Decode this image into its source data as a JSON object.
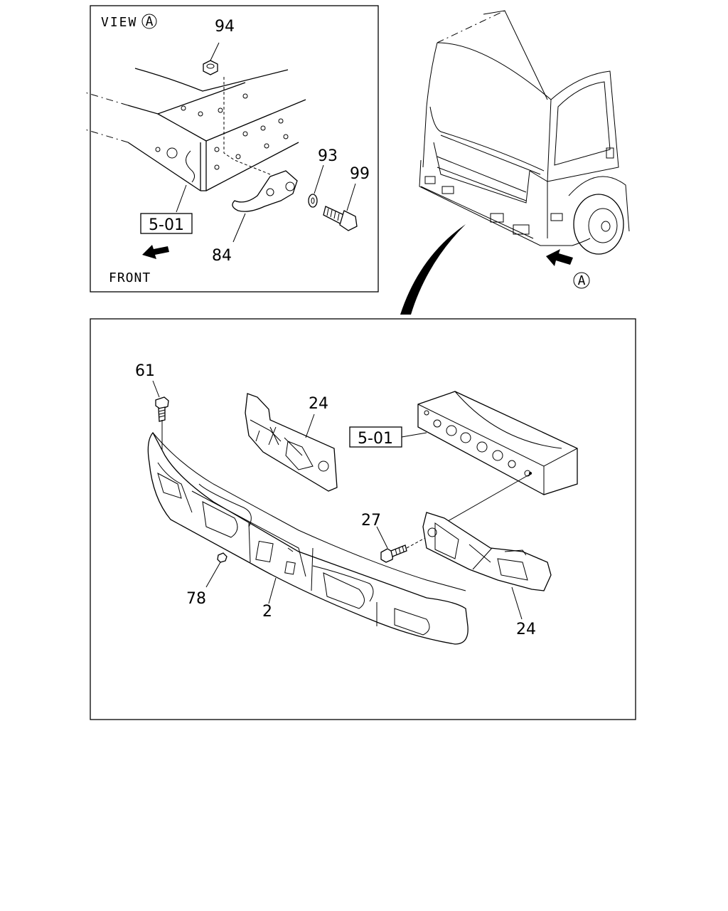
{
  "view_panel": {
    "title": "VIEW",
    "view_marker": "A",
    "front_label": "FRONT",
    "ref_box": "5-01"
  },
  "truck_view": {
    "view_marker": "A"
  },
  "main_panel": {
    "ref_box": "5-01"
  },
  "callouts": {
    "p94": "94",
    "p93": "93",
    "p99": "99",
    "p84": "84",
    "p61": "61",
    "p24_top": "24",
    "p24_bottom": "24",
    "p27": "27",
    "p78": "78",
    "p2": "2"
  }
}
